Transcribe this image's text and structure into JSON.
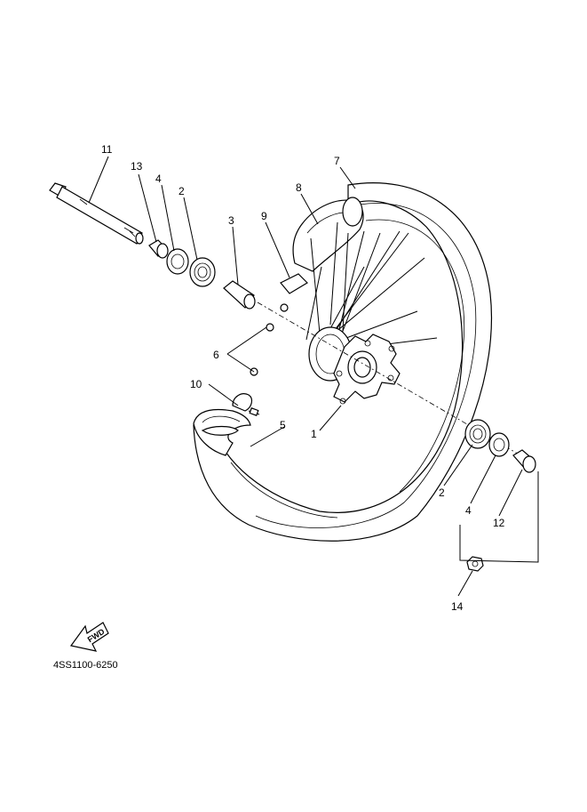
{
  "callouts": {
    "c1": "1",
    "c2a": "2",
    "c2b": "2",
    "c3": "3",
    "c4a": "4",
    "c4b": "4",
    "c5": "5",
    "c6": "6",
    "c7": "7",
    "c8": "8",
    "c9": "9",
    "c10": "10",
    "c11": "11",
    "c12": "12",
    "c13": "13",
    "c14": "14"
  },
  "fwd_label": "FWD",
  "diagram_code": "4SS1100-6250"
}
